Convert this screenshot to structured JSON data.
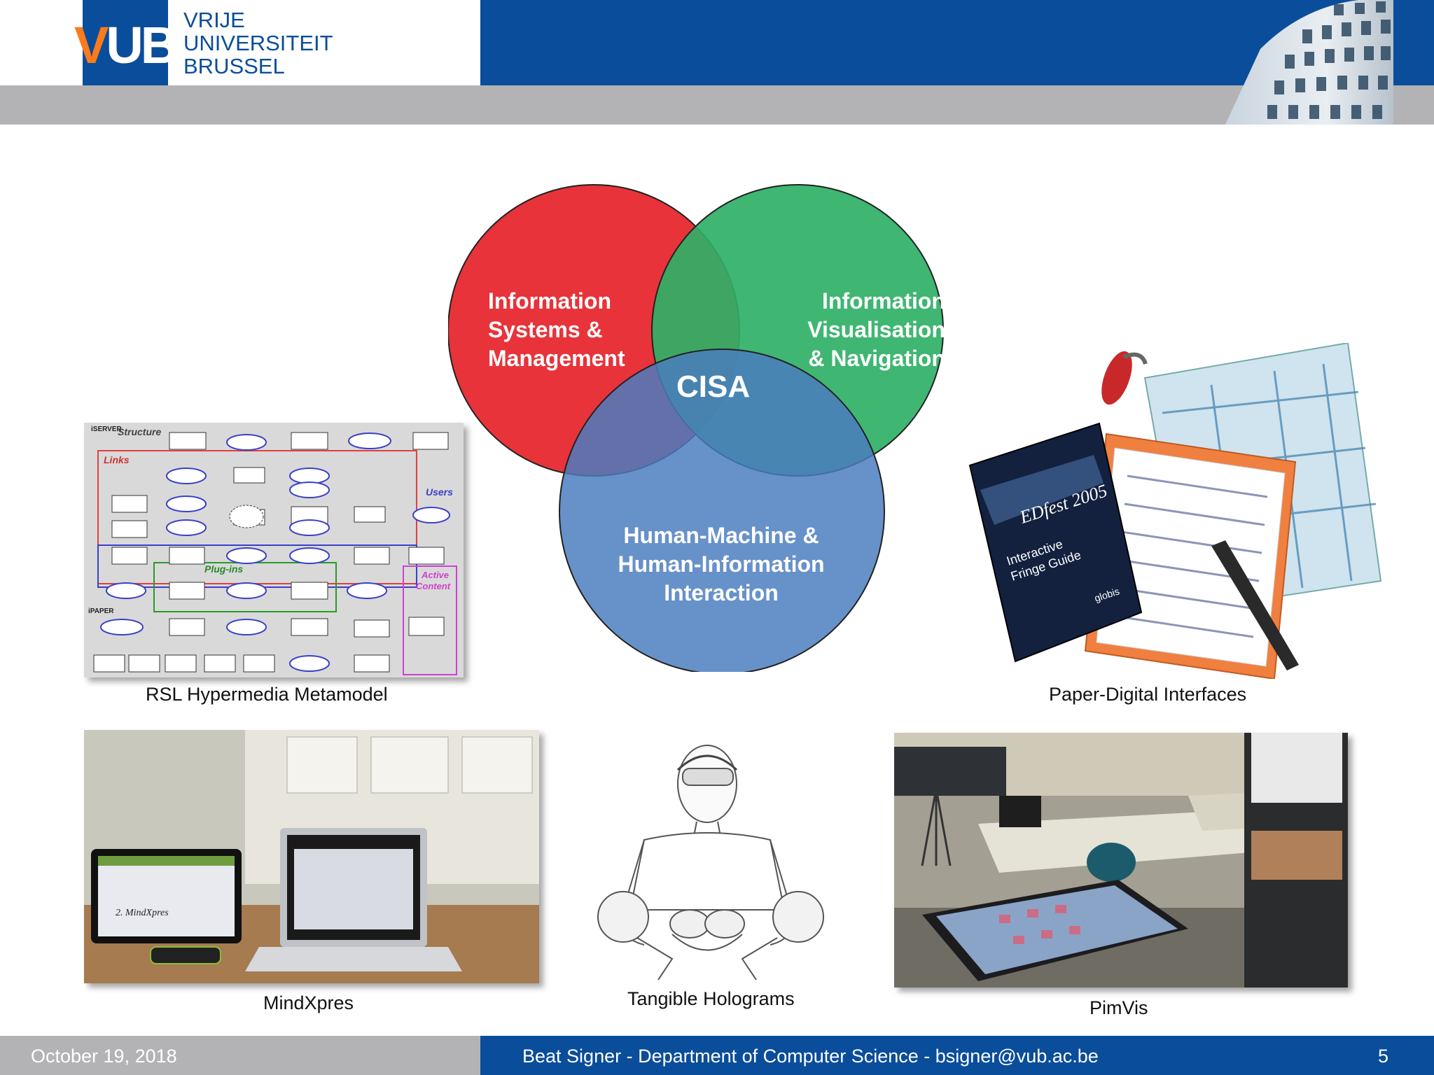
{
  "header": {
    "logo_text": "UB",
    "logo_v": "V",
    "university_line1": "VRIJE",
    "university_line2": "UNIVERSITEIT",
    "university_line3": "BRUSSEL"
  },
  "venn": {
    "circle_top_left": {
      "line1": "Information",
      "line2": "Systems &",
      "line3": "Management",
      "color": "#e8333a"
    },
    "circle_top_right": {
      "line1": "Information",
      "line2": "Visualisation",
      "line3": "& Navigation",
      "color": "#2fb066"
    },
    "circle_bottom": {
      "line1": "Human-Machine &",
      "line2": "Human-Information",
      "line3": "Interaction",
      "color": "#4a7cbf"
    },
    "center_label": "CISA"
  },
  "pictures": {
    "rsl": {
      "caption": "RSL Hypermedia Metamodel",
      "labels": {
        "iserver": "iSERVER",
        "structure": "Structure",
        "links": "Links",
        "users": "Users",
        "plugins": "Plug-ins",
        "active_content_1": "Active",
        "active_content_2": "Content",
        "ipaper": "iPAPER"
      }
    },
    "paper_digital": {
      "caption": "Paper-Digital Interfaces",
      "booklet_title": "EDfest 2005",
      "booklet_sub1": "Interactive",
      "booklet_sub2": "Fringe Guide",
      "booklet_brand": "globis"
    },
    "mindxpres": {
      "caption": "MindXpres",
      "screen_text": "2. MindXpres"
    },
    "tangible": {
      "caption": "Tangible Holograms"
    },
    "pimvis": {
      "caption": "PimVis"
    }
  },
  "footer": {
    "date": "October 19, 2018",
    "author": "Beat Signer - Department of Computer Science - bsigner@vub.ac.be",
    "page": "5"
  }
}
